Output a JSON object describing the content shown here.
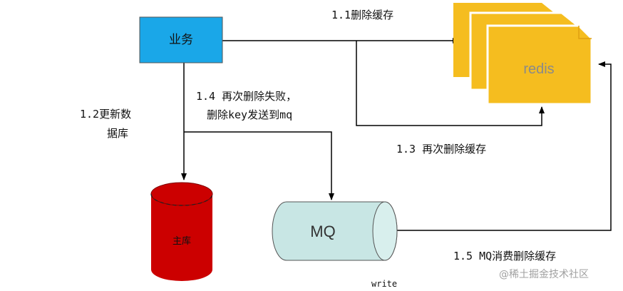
{
  "nodes": {
    "business": {
      "label": "业务"
    },
    "redis": {
      "label": "redis"
    },
    "main_db": {
      "label": "主库"
    },
    "mq": {
      "label": "MQ"
    }
  },
  "edges": {
    "e1_1": {
      "label": "1.1删除缓存"
    },
    "e1_2": {
      "line1": "1.2更新数",
      "line2": "据库"
    },
    "e1_3": {
      "label": "1.3 再次删除缓存"
    },
    "e1_4": {
      "line1": "1.4 再次删除失败，",
      "line2": "删除key发送到mq"
    },
    "e1_5": {
      "label": "1.5 MQ消费删除缓存"
    }
  },
  "caption": "write",
  "watermark": "@稀土掘金技术社区",
  "colors": {
    "business_fill": "#1aa7e8",
    "redis_fill": "#f5bd1f",
    "db_fill": "#cc0000",
    "mq_fill": "#c8e6e4"
  }
}
